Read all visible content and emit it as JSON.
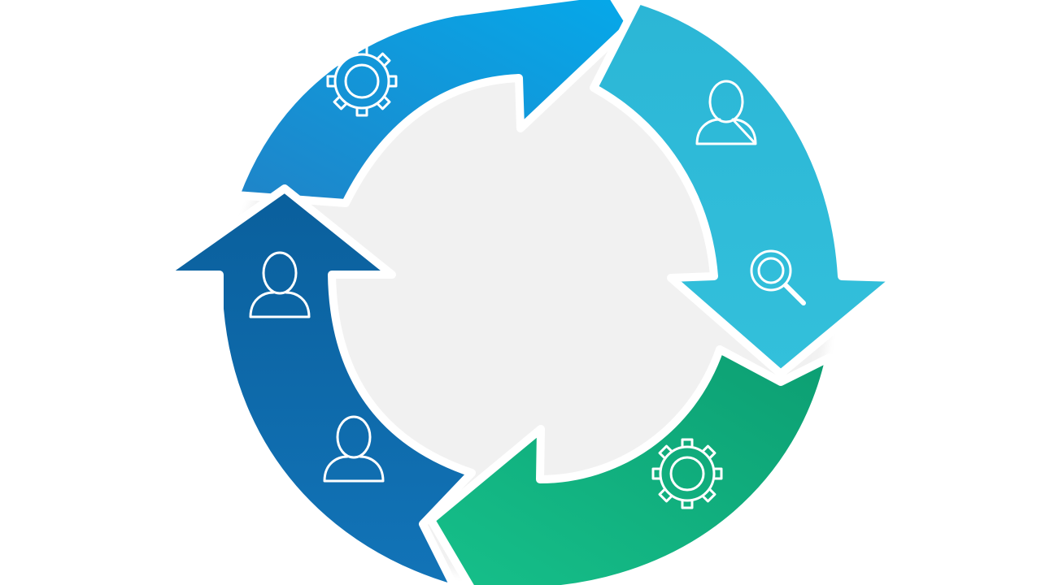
{
  "diagram": {
    "type": "cycle",
    "segments": [
      {
        "id": "top",
        "color_start": "#1f84c8",
        "color_end": "#05a9ea",
        "icons": [
          "gear-icon"
        ]
      },
      {
        "id": "right",
        "color_start": "#2bb6d6",
        "color_end": "#33c0db",
        "icons": [
          "user-icon",
          "magnifier-icon"
        ]
      },
      {
        "id": "bottom",
        "color_start": "#0c9e72",
        "color_end": "#16c08a",
        "icons": [
          "gear-icon"
        ]
      },
      {
        "id": "left",
        "color_start": "#0a5f9c",
        "color_end": "#1274b8",
        "icons": [
          "user-icon",
          "user-icon"
        ]
      }
    ]
  }
}
